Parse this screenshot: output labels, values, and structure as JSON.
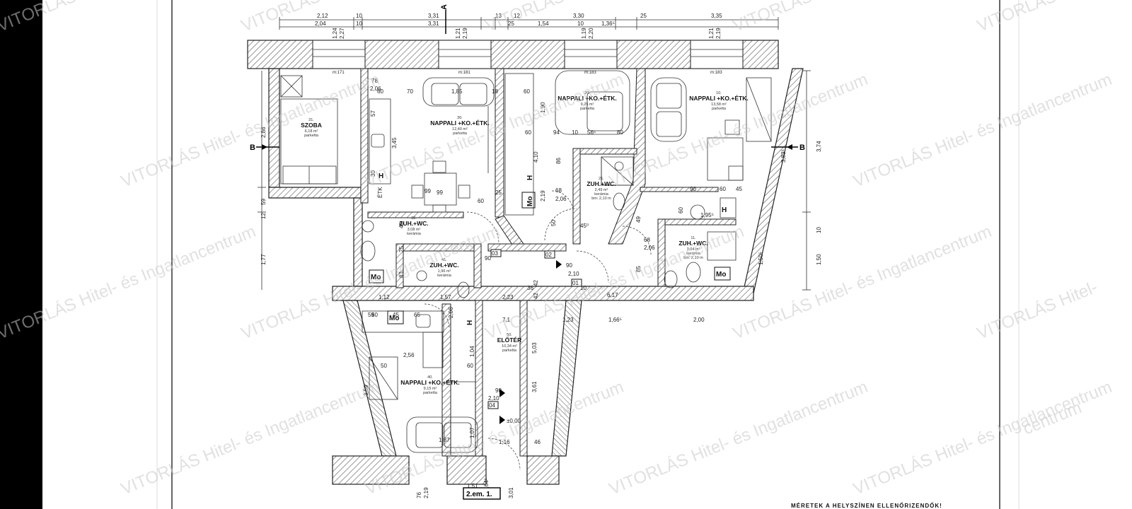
{
  "drawing": {
    "top_dims_row1": [
      "2,12",
      "10",
      "3,31",
      "13",
      "12",
      "3,30",
      "25",
      "3,35"
    ],
    "top_dims_row2": [
      "2,04",
      "10",
      "3,31",
      "25",
      "1,54",
      "10",
      "1,36⁵"
    ],
    "window_dims": [
      [
        "1,24",
        "2,27"
      ],
      [
        "1,21",
        "2,19"
      ],
      [
        "1,19",
        "2,20"
      ],
      [
        "1,21",
        "2,19"
      ]
    ],
    "window_labels": [
      "m:171",
      "m:181",
      "m:183",
      "m:183"
    ],
    "section_a": "A",
    "section_b": "B",
    "rooms": [
      {
        "id": "r31",
        "name": "SZOBA",
        "number": "31.",
        "area": "6,18 m²",
        "floor": "parketta"
      },
      {
        "id": "r30",
        "name": "NAPPALI +KO.+ÉTK.",
        "number": "30.",
        "area": "12,40 m²",
        "floor": "parketta"
      },
      {
        "id": "r20",
        "name": "NAPPALI +KO.+ÉTK.",
        "number": "20.",
        "area": "9,25 m²",
        "floor": "parketta"
      },
      {
        "id": "r10",
        "name": "NAPPALI +KO.+ÉTK.",
        "number": "10.",
        "area": "13,58 m²",
        "floor": "parketta"
      },
      {
        "id": "r32",
        "name": "ZUH.+WC.",
        "number": "32.",
        "area": "3,08 m²",
        "floor": "kerámia"
      },
      {
        "id": "r41",
        "name": "ZUH.+WC.",
        "number": "41.",
        "area": "1,96 m²",
        "floor": "kerámia"
      },
      {
        "id": "r21",
        "name": "ZUH.+WC.",
        "number": "21.",
        "area": "2,49 m²",
        "floor": "kerámia"
      },
      {
        "id": "r11",
        "name": "ZUH.+WC.",
        "number": "11.",
        "area": "3,04 m²",
        "floor": "kerámia"
      },
      {
        "id": "r50",
        "name": "ELŐTÉR",
        "number": "50.",
        "area": "10,34 m²",
        "floor": "parketta"
      },
      {
        "id": "r40",
        "name": "NAPPALI +KO.+ÉTK.",
        "number": "40.",
        "area": "9,15 m²",
        "floor": "parketta"
      }
    ],
    "ceiling_notes": [
      "bm: 2,10 m",
      "bm: 2,10 m"
    ],
    "inner_dims": [
      "78",
      "2,06",
      "60",
      "70",
      "1,85",
      "18",
      "60",
      "1,90",
      "60",
      "94",
      "10",
      "56⁵",
      "80",
      "3,45",
      "57",
      "H",
      "30",
      "ÉTK",
      "99",
      "60",
      "25",
      "2,86",
      "59",
      "12",
      "1,77",
      "99",
      "49",
      "25",
      "83",
      "2,06",
      "1,57",
      "2,23",
      "1,12",
      "42",
      "36",
      "6,17",
      "4,10",
      "86",
      "68",
      "2,06",
      "2,19",
      "50",
      "45⁰",
      "49",
      "68",
      "2,06",
      "85",
      "90",
      "2,10",
      "42",
      "10",
      "1,66⁵",
      "2,00",
      "3,74",
      "3,83⁵",
      "10",
      "1,50",
      "1,50⁵",
      "90",
      "60",
      "45",
      "60",
      "1,95⁵",
      "2,56",
      "1,04",
      "3,61",
      "5,03",
      "3,59",
      "50",
      "90",
      "2,10",
      "1,87",
      "1,07",
      "1,16",
      "46",
      "76",
      "2,19",
      "1,64⁵",
      "3,01",
      "1,51",
      "90",
      "1,23",
      "7,1",
      "60",
      "60",
      "65",
      "45",
      "59"
    ],
    "door_tags": [
      "02",
      "01",
      "03",
      "04"
    ],
    "mo_label": "Mo",
    "h_label": "H",
    "level_mark": "±0,00",
    "floor_tag": "2.em. 1.",
    "bottom_note": "MÉRETEK A HELYSZÍNEN ELLENŐRIZENDŐK!"
  },
  "watermark": {
    "text_full": "VITORLÁS Hitel- és Ingatlancentrum",
    "text_short": "VITORLÁS",
    "text_partial": "VITORLÁS Hitel-",
    "text_tail": "atlancentrum",
    "text_tail2": "centrum"
  },
  "colors": {
    "wall": "#222222",
    "hatch": "#555555",
    "line": "#333333",
    "watermark": "#c8c8c8",
    "black_bar": "#000000"
  }
}
